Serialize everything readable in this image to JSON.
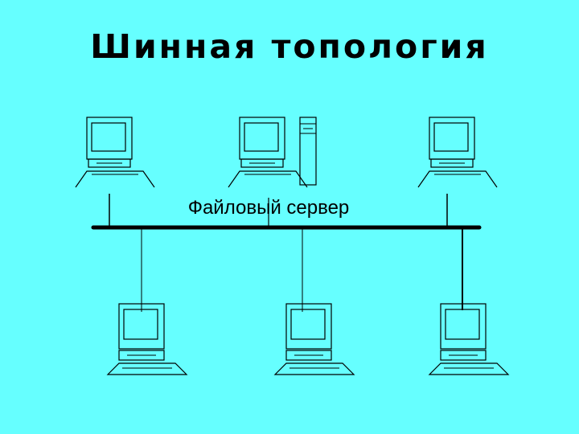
{
  "slide": {
    "title": "Шинная топология",
    "background_color": "#66FFFF"
  },
  "diagram": {
    "server_label": "Файловый сервер",
    "line_color": "#000000",
    "nodes": [
      {
        "type": "workstation",
        "icon": "computer-icon"
      },
      {
        "type": "workstation",
        "icon": "computer-icon"
      },
      {
        "type": "file-server",
        "icon": "server-tower-icon"
      },
      {
        "type": "workstation",
        "icon": "computer-icon"
      },
      {
        "type": "workstation",
        "icon": "computer-icon"
      },
      {
        "type": "workstation",
        "icon": "computer-icon"
      },
      {
        "type": "workstation",
        "icon": "computer-icon"
      }
    ]
  }
}
